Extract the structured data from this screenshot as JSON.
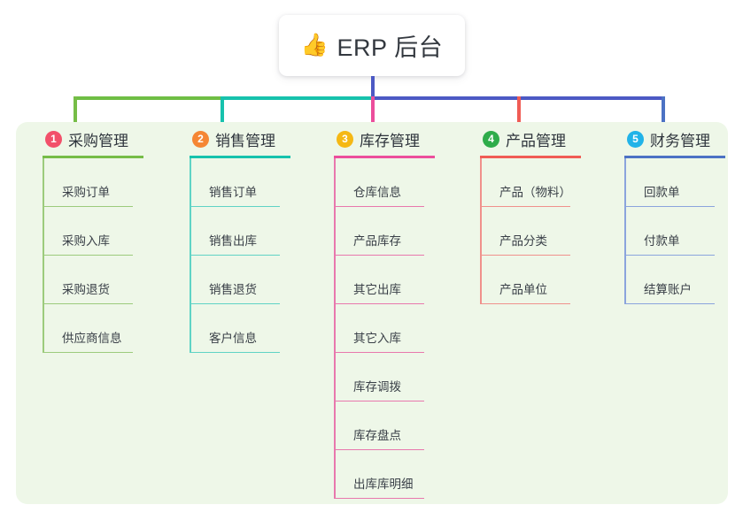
{
  "root": {
    "emoji": "👍",
    "emoji_name": "thumbs-up-icon",
    "title": "ERP 后台"
  },
  "colors": {
    "panel_background": "#eef7e8",
    "page_background": "#ffffff",
    "stem": "#4c59c4",
    "bus_left": "#6fbe44",
    "bus_middle": "#17c2ad",
    "bus_right": "#4c59c4"
  },
  "columns": [
    {
      "index": "1",
      "title": "采购管理",
      "badge_color": "#f2506a",
      "rule_color": "#76bd47",
      "line_color": "#9ccb7c",
      "items": [
        {
          "label": "采购订单"
        },
        {
          "label": "采购入库"
        },
        {
          "label": "采购退货"
        },
        {
          "label": "供应商信息"
        }
      ]
    },
    {
      "index": "2",
      "title": "销售管理",
      "badge_color": "#f58634",
      "rule_color": "#17c2ad",
      "line_color": "#5fd3c5",
      "items": [
        {
          "label": "销售订单"
        },
        {
          "label": "销售出库"
        },
        {
          "label": "销售退货"
        },
        {
          "label": "客户信息"
        }
      ]
    },
    {
      "index": "3",
      "title": "库存管理",
      "badge_color": "#f5b814",
      "rule_color": "#ec4e9c",
      "line_color": "#e878ad",
      "items": [
        {
          "label": "仓库信息"
        },
        {
          "label": "产品库存"
        },
        {
          "label": "其它出库"
        },
        {
          "label": "其它入库"
        },
        {
          "label": "库存调拨"
        },
        {
          "label": "库存盘点"
        },
        {
          "label": "出库库明细"
        }
      ]
    },
    {
      "index": "4",
      "title": "产品管理",
      "badge_color": "#2eac4a",
      "rule_color": "#f05c55",
      "line_color": "#f0918c",
      "items": [
        {
          "label": "产品（物料）"
        },
        {
          "label": "产品分类"
        },
        {
          "label": "产品单位"
        }
      ]
    },
    {
      "index": "5",
      "title": "财务管理",
      "badge_color": "#21b3e8",
      "rule_color": "#4c72c4",
      "line_color": "#8ba4dd",
      "items": [
        {
          "label": "回款单"
        },
        {
          "label": "付款单"
        },
        {
          "label": "结算账户"
        }
      ]
    }
  ]
}
